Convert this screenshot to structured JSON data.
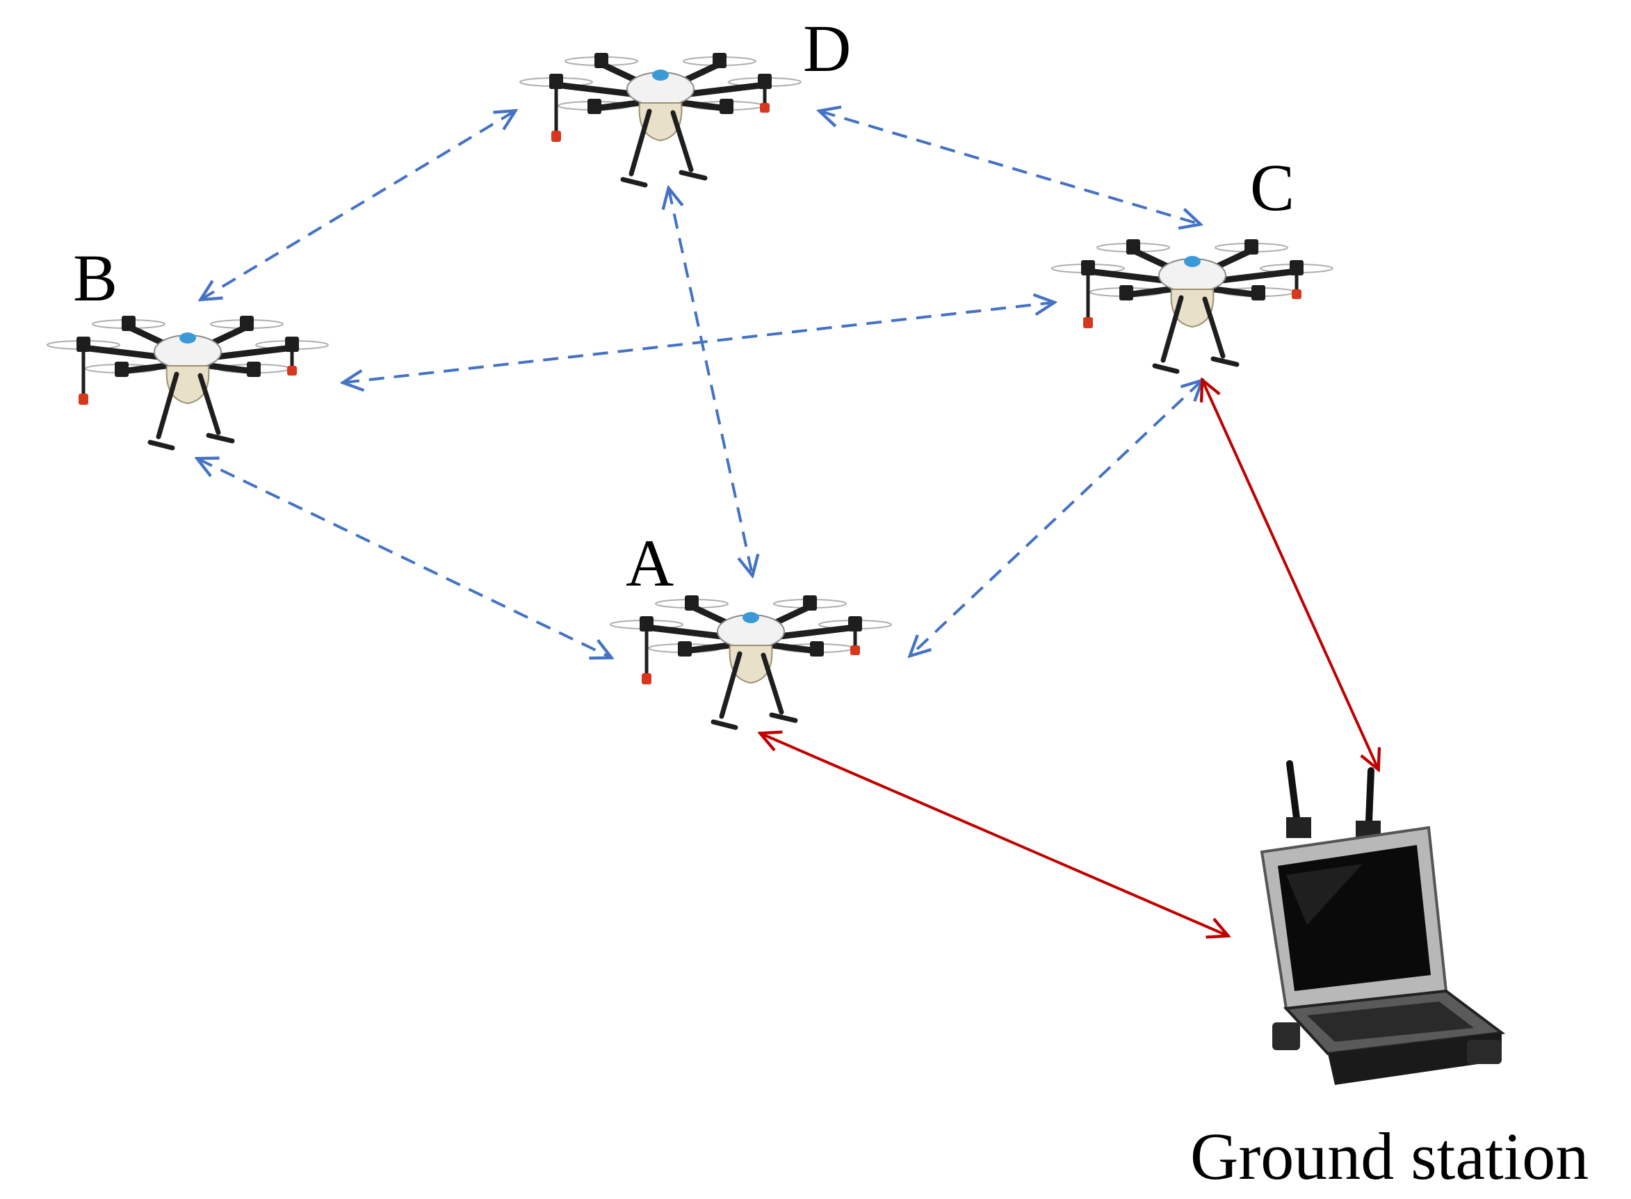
{
  "nodes": {
    "A": {
      "label": "A"
    },
    "B": {
      "label": "B"
    },
    "C": {
      "label": "C"
    },
    "D": {
      "label": "D"
    }
  },
  "ground_station": {
    "label": "Ground station"
  },
  "colors": {
    "uav_link": "#4472C4",
    "ground_link": "#C00000",
    "drone_frame": "#1e1e1e",
    "drone_body": "#f2f2f2",
    "drone_tank": "#e8e0c8",
    "drone_accent": "#3a9ad9",
    "drone_nozzle": "#d9361e",
    "laptop_case": "#2a2a2a",
    "laptop_screen": "#0a0a0a",
    "laptop_bezel": "#b8b8b8"
  },
  "links": [
    {
      "from": "D",
      "to": "B",
      "style": "dashed",
      "color_key": "uav_link"
    },
    {
      "from": "D",
      "to": "C",
      "style": "dashed",
      "color_key": "uav_link"
    },
    {
      "from": "D",
      "to": "A",
      "style": "dashed",
      "color_key": "uav_link"
    },
    {
      "from": "B",
      "to": "C",
      "style": "dashed",
      "color_key": "uav_link"
    },
    {
      "from": "B",
      "to": "A",
      "style": "dashed",
      "color_key": "uav_link"
    },
    {
      "from": "C",
      "to": "A",
      "style": "dashed",
      "color_key": "uav_link"
    },
    {
      "from": "A",
      "to": "GS",
      "style": "solid",
      "color_key": "ground_link"
    },
    {
      "from": "C",
      "to": "GS",
      "style": "solid",
      "color_key": "ground_link"
    }
  ]
}
